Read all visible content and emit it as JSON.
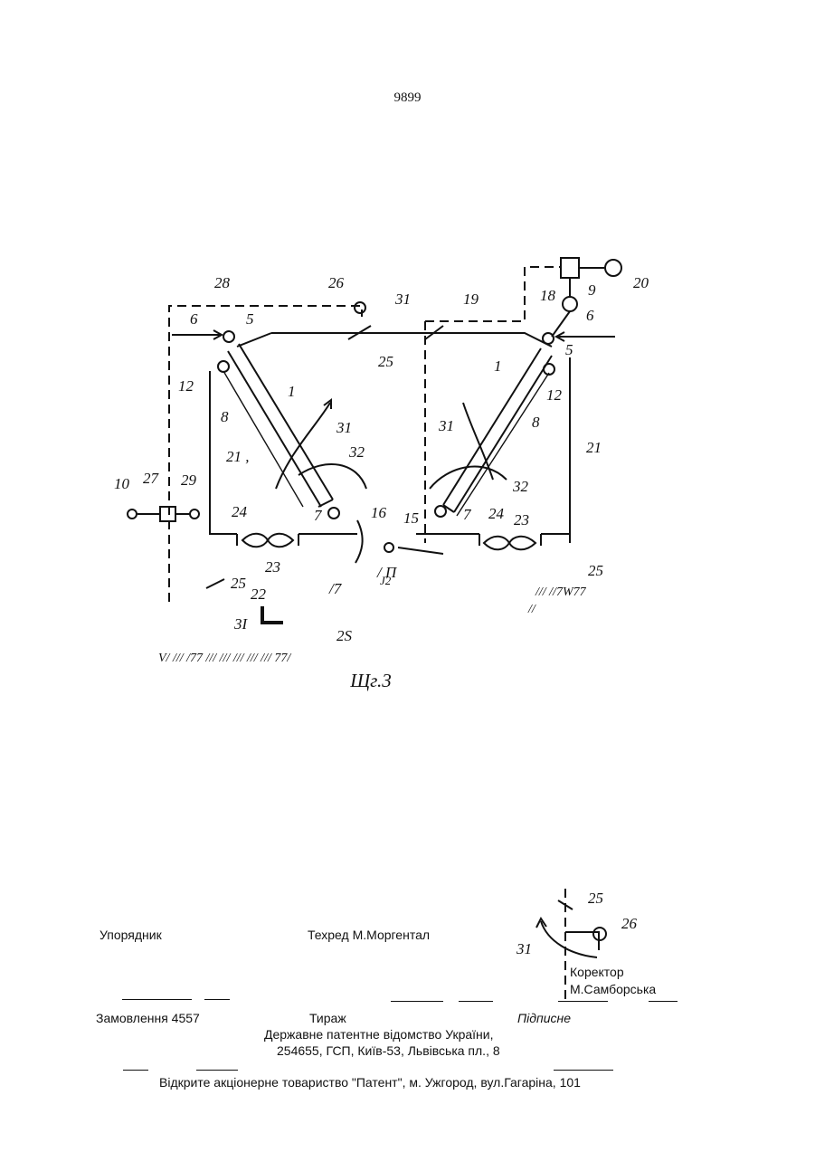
{
  "page_number": "9899",
  "figure": {
    "caption": "Щг.3",
    "labels": {
      "l28": "28",
      "l26": "26",
      "l31a": "31",
      "l19": "19",
      "l18": "18",
      "l9": "9",
      "l20": "20",
      "l6a": "6",
      "l5a": "5",
      "l6b": "6",
      "l5b": "5",
      "l25a": "25",
      "l1a": "1",
      "l1b": "1",
      "l12a": "12",
      "l12b": "12",
      "l8a": "8",
      "l8b": "8",
      "l31b": "31",
      "l31c": "31",
      "l32a": "32",
      "l32b": "32",
      "l21a": "21 ,",
      "l21b": "21",
      "l10": "10",
      "l27": "27",
      "l29": "29",
      "l7a": "7",
      "l7b": "7",
      "l24a": "24",
      "l24b": "24",
      "l23a": "23",
      "l23b": "23",
      "l16": "16",
      "l15": "15",
      "l25b": "25",
      "l25c": "25",
      "l22": "22",
      "l17": "/7",
      "l17b": "/ П",
      "lj2": "J2",
      "l31d": "3I",
      "l2s": "2S",
      "floor_right1": "/// //7W77",
      "floor_right2": "//",
      "floor_left": "V/ /// /77 /// /// /// ///  ///  77/"
    }
  },
  "inset": {
    "l25": "25",
    "l26": "26",
    "l31": "31"
  },
  "footer": {
    "compiler": "Упорядник",
    "techred": "Техред М.Моргентал",
    "corrector_label": "Коректор",
    "corrector_name": "М.Самборська",
    "order": "Замовлення 4557",
    "circulation": "Тираж",
    "subscription": "Підписне",
    "office_line1": "Державне патентне відомство України,",
    "office_line2": "254655, ГСП, Київ-53, Львівська пл., 8",
    "printer": "Відкрите акціонерне товариство   \"Патент\", м. Ужгород, вул.Гагаріна, 101"
  }
}
